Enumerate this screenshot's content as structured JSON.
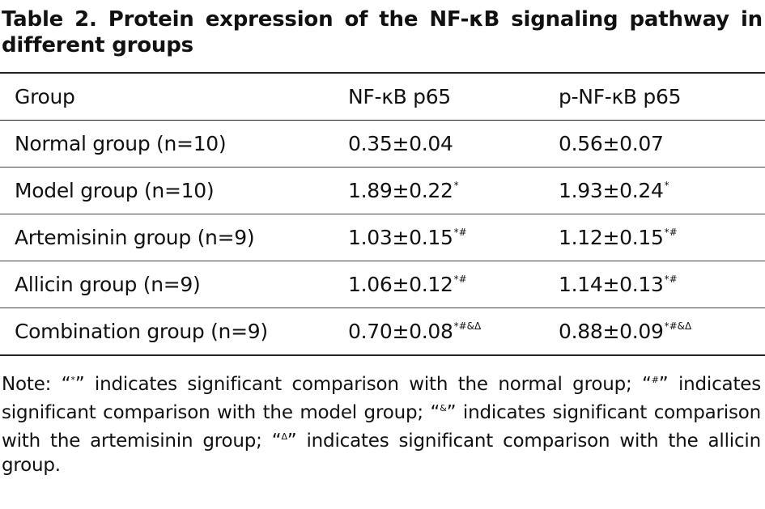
{
  "title": "Table 2. Protein expression of the NF-κB signaling pathway in different groups",
  "table": {
    "headers": [
      "Group",
      "NF-κB p65",
      "p-NF-κB p65"
    ],
    "rows": [
      {
        "group": "Normal group (n=10)",
        "p65": "0.35±0.04",
        "p65_mark": "",
        "pp65": "0.56±0.07",
        "pp65_mark": ""
      },
      {
        "group": "Model group (n=10)",
        "p65": "1.89±0.22",
        "p65_mark": "*",
        "pp65": "1.93±0.24",
        "pp65_mark": "*"
      },
      {
        "group": "Artemisinin group (n=9)",
        "p65": "1.03±0.15",
        "p65_mark": "*#",
        "pp65": "1.12±0.15",
        "pp65_mark": "*#"
      },
      {
        "group": "Allicin group (n=9)",
        "p65": "1.06±0.12",
        "p65_mark": "*#",
        "pp65": "1.14±0.13",
        "pp65_mark": "*#"
      },
      {
        "group": "Combination group (n=9)",
        "p65": "0.70±0.08",
        "p65_mark": "*#&Δ",
        "pp65": "0.88±0.09",
        "pp65_mark": "*#&Δ"
      }
    ]
  },
  "note": {
    "prefix": "Note: “",
    "s1": "*",
    "t1": "” indicates significant comparison with the normal group; “",
    "s2": "#",
    "t2": "” indicates significant comparison with the model group; “",
    "s3": "&",
    "t3": "” indicates significant comparison with the artemisinin group; “",
    "s4": "Δ",
    "t4": "” indicates significant comparison with the allicin group."
  }
}
